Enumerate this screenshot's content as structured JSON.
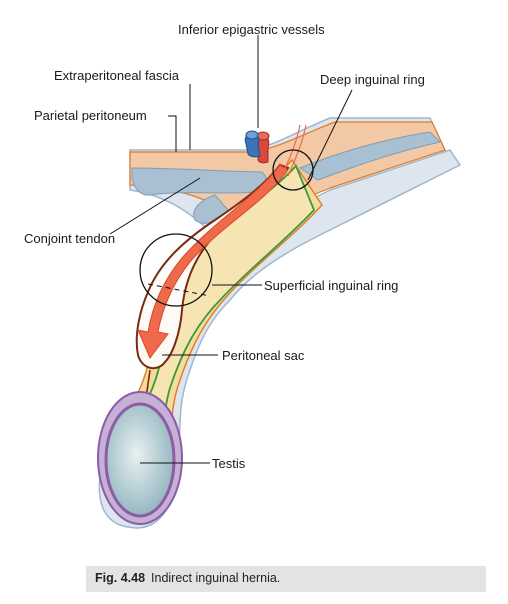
{
  "labels": {
    "inferior_epigastric": "Inferior epigastric vessels",
    "extraperitoneal_fascia": "Extraperitoneal fascia",
    "deep_ring": "Deep inguinal ring",
    "parietal_peritoneum": "Parietal peritoneum",
    "conjoint_tendon": "Conjoint tendon",
    "superficial_ring": "Superficial inguinal ring",
    "peritoneal_sac": "Peritoneal sac",
    "testis": "Testis"
  },
  "caption": {
    "figure_number": "Fig. 4.48",
    "text": "Indirect inguinal hernia."
  },
  "colors": {
    "outer_skin": "#dde6ef",
    "fascia_blue": "#9fb7cc",
    "fat_peach": "#f2c9a4",
    "fascia_yellow": "#f4dc9a",
    "line_green": "#3a9a3a",
    "line_orange": "#e07a2a",
    "peritoneum_brown": "#7a2a10",
    "arrow_red": "#ef6a4a",
    "testis_purple": "#8e5ba6",
    "tunica_lilac": "#b59bc7",
    "testis_fill": "#b8d2d8",
    "artery_red": "#d9483a",
    "vein_blue": "#3b73b7",
    "caption_bar": "#e3e3e3"
  }
}
